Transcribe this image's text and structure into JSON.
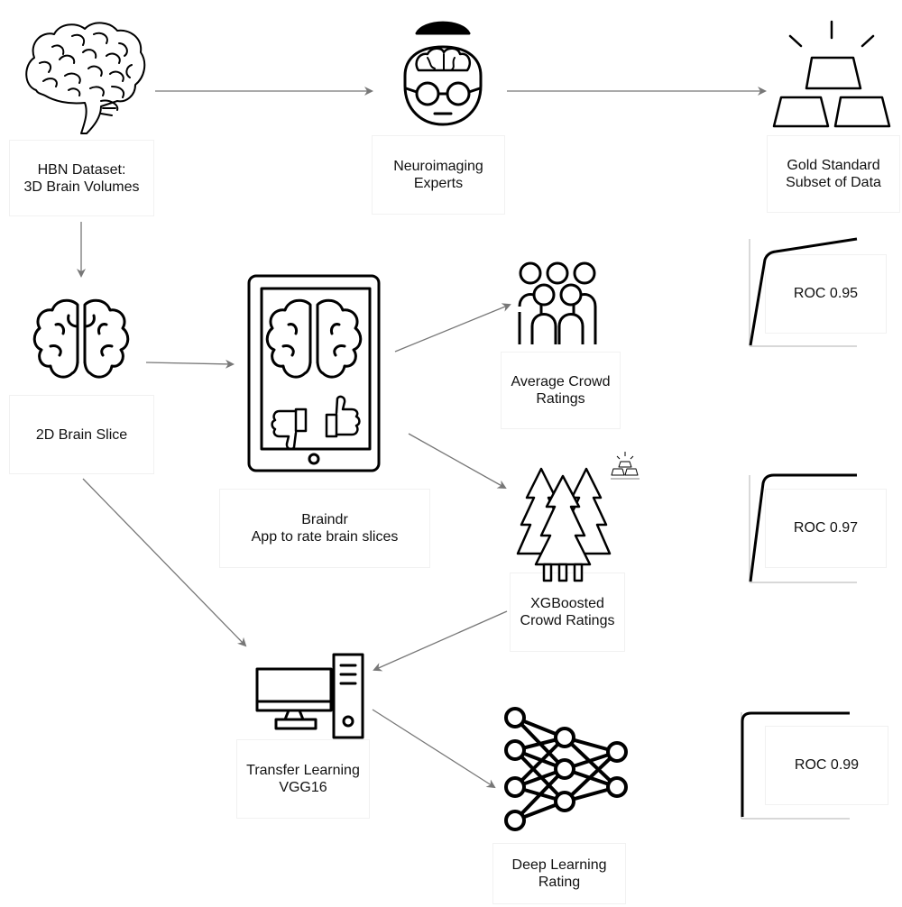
{
  "nodes": {
    "hbn": {
      "line1": "HBN Dataset:",
      "line2": "3D Brain Volumes"
    },
    "experts": {
      "line1": "Neuroimaging",
      "line2": "Experts"
    },
    "gold": {
      "line1": "Gold Standard",
      "line2": "Subset of Data"
    },
    "slice": {
      "label": "2D Brain Slice"
    },
    "braindr": {
      "line1": "Braindr",
      "line2": "App to rate brain slices"
    },
    "crowd": {
      "line1": "Average Crowd",
      "line2": "Ratings"
    },
    "xgb": {
      "line1": "XGBoosted",
      "line2": "Crowd Ratings"
    },
    "transfer": {
      "line1": "Transfer Learning",
      "line2": "VGG16"
    },
    "deep": {
      "line1": "Deep Learning",
      "line2": "Rating"
    }
  },
  "roc": {
    "crowd": "ROC 0.95",
    "xgb": "ROC 0.97",
    "deep": "ROC 0.99"
  },
  "colors": {
    "arrow": "#777777",
    "icon": "#000000",
    "axis": "#cccccc"
  }
}
